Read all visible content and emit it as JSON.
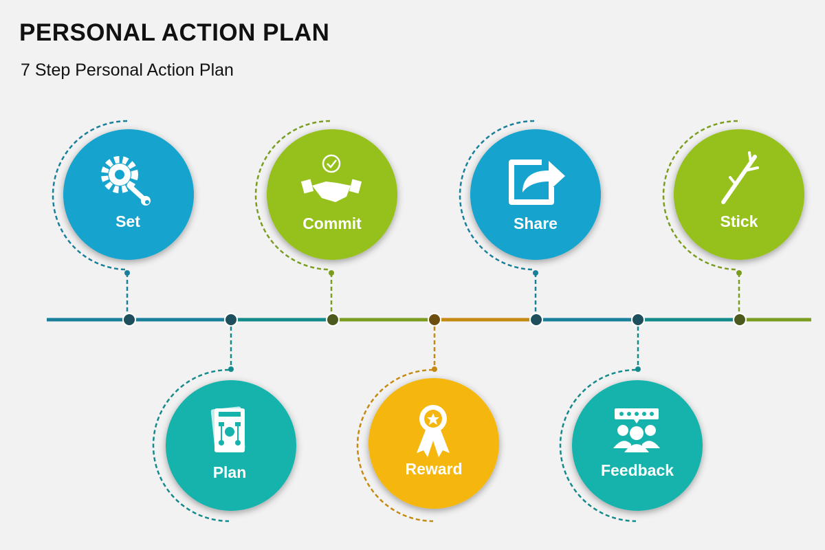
{
  "title": "PERSONAL ACTION PLAN",
  "subtitle": "7 Step Personal Action Plan",
  "colors": {
    "blue": "#13a4cf",
    "green": "#96c11f",
    "teal": "#16b3ac",
    "yellow": "#f5b70f",
    "line_blue": "#1a7f9a",
    "line_teal": "#148a8a",
    "line_green": "#7a9d20",
    "line_orange": "#c58a12"
  },
  "steps": [
    {
      "label": "Set",
      "icon": "gear-wrench-icon",
      "color": "blue",
      "position": "top"
    },
    {
      "label": "Plan",
      "icon": "plan-document-icon",
      "color": "teal",
      "position": "bottom"
    },
    {
      "label": "Commit",
      "icon": "handshake-icon",
      "color": "green",
      "position": "top"
    },
    {
      "label": "Reward",
      "icon": "award-ribbon-icon",
      "color": "yellow",
      "position": "bottom"
    },
    {
      "label": "Share",
      "icon": "share-arrow-icon",
      "color": "blue",
      "position": "top"
    },
    {
      "label": "Feedback",
      "icon": "feedback-people-icon",
      "color": "teal",
      "position": "bottom"
    },
    {
      "label": "Stick",
      "icon": "stick-branch-icon",
      "color": "green",
      "position": "top"
    }
  ]
}
